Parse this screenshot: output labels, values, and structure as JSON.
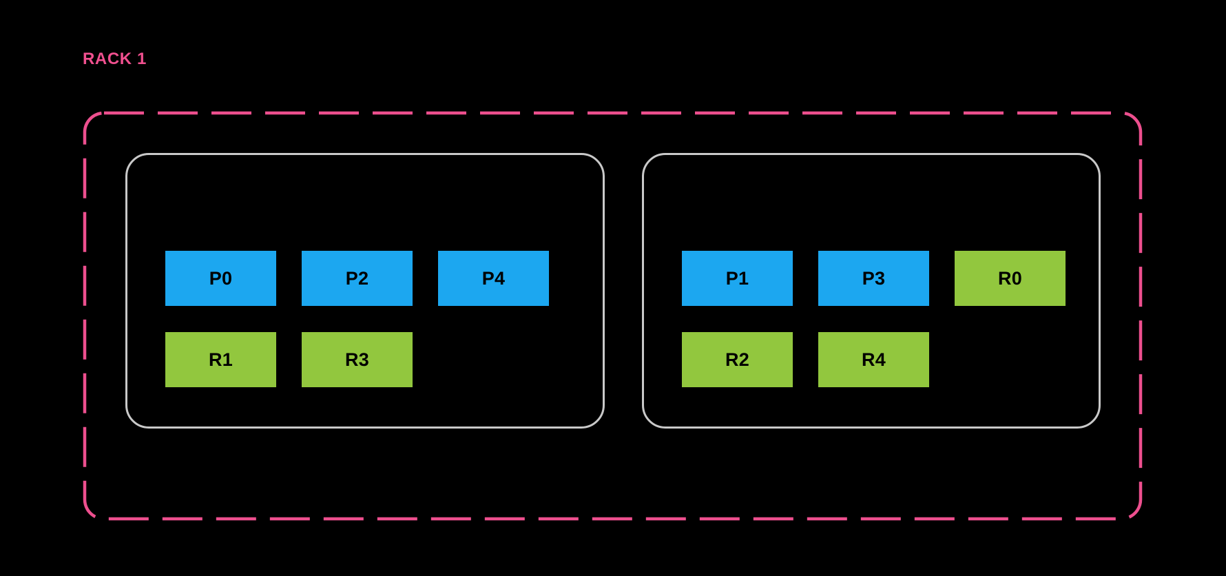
{
  "diagram": {
    "background_color": "#000000",
    "rack": {
      "label": "RACK 1",
      "label_color": "#f0508f",
      "border_color": "#ED4F8E",
      "border_style": "dashed"
    },
    "legend_colors": {
      "primary_partition": "#1CA7F0",
      "replica_partition": "#92C73E",
      "host_border": "#c9c9c9",
      "unit_text": "#000000"
    },
    "hosts": [
      {
        "name": "host-left",
        "rows": [
          {
            "name": "primary-row",
            "units": [
              {
                "label": "P0",
                "kind": "primary"
              },
              {
                "label": "P2",
                "kind": "primary"
              },
              {
                "label": "P4",
                "kind": "primary"
              }
            ]
          },
          {
            "name": "replica-row",
            "units": [
              {
                "label": "R1",
                "kind": "replica"
              },
              {
                "label": "R3",
                "kind": "replica"
              }
            ]
          }
        ]
      },
      {
        "name": "host-right",
        "rows": [
          {
            "name": "primary-row",
            "units": [
              {
                "label": "P1",
                "kind": "primary"
              },
              {
                "label": "P3",
                "kind": "primary"
              },
              {
                "label": "R0",
                "kind": "replica"
              }
            ]
          },
          {
            "name": "replica-row",
            "units": [
              {
                "label": "R2",
                "kind": "replica"
              },
              {
                "label": "R4",
                "kind": "replica"
              }
            ]
          }
        ]
      }
    ]
  }
}
